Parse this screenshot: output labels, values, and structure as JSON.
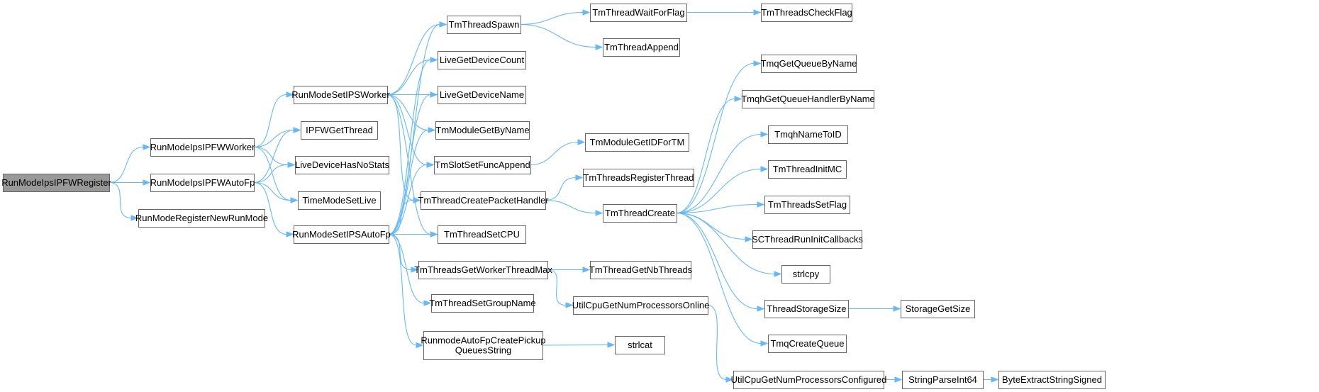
{
  "graph": {
    "root": "RunModeIpsIPFWRegister",
    "colors": {
      "edge": "#63b8ff",
      "node_border": "#666666",
      "root_fill": "#999999",
      "node_fill": "#ffffff"
    },
    "nodes": [
      {
        "id": "RunModeIpsIPFWRegister",
        "lines": [
          "RunModeIpsIPFWRegister"
        ]
      },
      {
        "id": "RunModeIpsIPFWWorker",
        "lines": [
          "RunModeIpsIPFWWorker"
        ]
      },
      {
        "id": "RunModeIpsIPFWAutoFp",
        "lines": [
          "RunModeIpsIPFWAutoFp"
        ]
      },
      {
        "id": "RunModeRegisterNewRunMode",
        "lines": [
          "RunModeRegisterNewRunMode"
        ]
      },
      {
        "id": "RunModeSetIPSWorker",
        "lines": [
          "RunModeSetIPSWorker"
        ]
      },
      {
        "id": "IPFWGetThread",
        "lines": [
          "IPFWGetThread"
        ]
      },
      {
        "id": "LiveDeviceHasNoStats",
        "lines": [
          "LiveDeviceHasNoStats"
        ]
      },
      {
        "id": "TimeModeSetLive",
        "lines": [
          "TimeModeSetLive"
        ]
      },
      {
        "id": "RunModeSetIPSAutoFp",
        "lines": [
          "RunModeSetIPSAutoFp"
        ]
      },
      {
        "id": "TmThreadSpawn",
        "lines": [
          "TmThreadSpawn"
        ]
      },
      {
        "id": "LiveGetDeviceCount",
        "lines": [
          "LiveGetDeviceCount"
        ]
      },
      {
        "id": "LiveGetDeviceName",
        "lines": [
          "LiveGetDeviceName"
        ]
      },
      {
        "id": "TmModuleGetByName",
        "lines": [
          "TmModuleGetByName"
        ]
      },
      {
        "id": "TmSlotSetFuncAppend",
        "lines": [
          "TmSlotSetFuncAppend"
        ]
      },
      {
        "id": "TmThreadCreatePacketHandler",
        "lines": [
          "TmThreadCreatePacketHandler"
        ]
      },
      {
        "id": "TmThreadSetCPU",
        "lines": [
          "TmThreadSetCPU"
        ]
      },
      {
        "id": "TmThreadsGetWorkerThreadMax",
        "lines": [
          "TmThreadsGetWorkerThreadMax"
        ]
      },
      {
        "id": "TmThreadSetGroupName",
        "lines": [
          "TmThreadSetGroupName"
        ]
      },
      {
        "id": "RunmodeAutoFpCreatePickupQueuesString",
        "lines": [
          "RunmodeAutoFpCreatePickup",
          "QueuesString"
        ]
      },
      {
        "id": "TmThreadWaitForFlag",
        "lines": [
          "TmThreadWaitForFlag"
        ]
      },
      {
        "id": "TmThreadAppend",
        "lines": [
          "TmThreadAppend"
        ]
      },
      {
        "id": "TmModuleGetIDForTM",
        "lines": [
          "TmModuleGetIDForTM"
        ]
      },
      {
        "id": "TmThreadsRegisterThread",
        "lines": [
          "TmThreadsRegisterThread"
        ]
      },
      {
        "id": "TmThreadCreate",
        "lines": [
          "TmThreadCreate"
        ]
      },
      {
        "id": "TmThreadGetNbThreads",
        "lines": [
          "TmThreadGetNbThreads"
        ]
      },
      {
        "id": "UtilCpuGetNumProcessorsOnline",
        "lines": [
          "UtilCpuGetNumProcessorsOnline"
        ]
      },
      {
        "id": "strlcat",
        "lines": [
          "strlcat"
        ]
      },
      {
        "id": "UtilCpuGetNumProcessorsConfigured",
        "lines": [
          "UtilCpuGetNumProcessorsConfigured"
        ]
      },
      {
        "id": "TmThreadsCheckFlag",
        "lines": [
          "TmThreadsCheckFlag"
        ]
      },
      {
        "id": "TmqGetQueueByName",
        "lines": [
          "TmqGetQueueByName"
        ]
      },
      {
        "id": "TmqhGetQueueHandlerByName",
        "lines": [
          "TmqhGetQueueHandlerByName"
        ]
      },
      {
        "id": "TmqhNameToID",
        "lines": [
          "TmqhNameToID"
        ]
      },
      {
        "id": "TmThreadInitMC",
        "lines": [
          "TmThreadInitMC"
        ]
      },
      {
        "id": "TmThreadsSetFlag",
        "lines": [
          "TmThreadsSetFlag"
        ]
      },
      {
        "id": "SCThreadRunInitCallbacks",
        "lines": [
          "SCThreadRunInitCallbacks"
        ]
      },
      {
        "id": "strlcpy",
        "lines": [
          "strlcpy"
        ]
      },
      {
        "id": "ThreadStorageSize",
        "lines": [
          "ThreadStorageSize"
        ]
      },
      {
        "id": "TmqCreateQueue",
        "lines": [
          "TmqCreateQueue"
        ]
      },
      {
        "id": "StorageGetSize",
        "lines": [
          "StorageGetSize"
        ]
      },
      {
        "id": "StringParseInt64",
        "lines": [
          "StringParseInt64"
        ]
      },
      {
        "id": "ByteExtractStringSigned",
        "lines": [
          "ByteExtractStringSigned"
        ]
      }
    ],
    "edges": [
      [
        "RunModeIpsIPFWRegister",
        "RunModeIpsIPFWWorker"
      ],
      [
        "RunModeIpsIPFWRegister",
        "RunModeIpsIPFWAutoFp"
      ],
      [
        "RunModeIpsIPFWRegister",
        "RunModeRegisterNewRunMode"
      ],
      [
        "RunModeIpsIPFWWorker",
        "RunModeSetIPSWorker"
      ],
      [
        "RunModeIpsIPFWWorker",
        "IPFWGetThread"
      ],
      [
        "RunModeIpsIPFWWorker",
        "LiveDeviceHasNoStats"
      ],
      [
        "RunModeIpsIPFWWorker",
        "TimeModeSetLive"
      ],
      [
        "RunModeIpsIPFWAutoFp",
        "IPFWGetThread"
      ],
      [
        "RunModeIpsIPFWAutoFp",
        "LiveDeviceHasNoStats"
      ],
      [
        "RunModeIpsIPFWAutoFp",
        "TimeModeSetLive"
      ],
      [
        "RunModeIpsIPFWAutoFp",
        "RunModeSetIPSAutoFp"
      ],
      [
        "RunModeSetIPSWorker",
        "TmThreadSpawn"
      ],
      [
        "RunModeSetIPSWorker",
        "LiveGetDeviceCount"
      ],
      [
        "RunModeSetIPSWorker",
        "LiveGetDeviceName"
      ],
      [
        "RunModeSetIPSWorker",
        "TmModuleGetByName"
      ],
      [
        "RunModeSetIPSWorker",
        "TmSlotSetFuncAppend"
      ],
      [
        "RunModeSetIPSWorker",
        "TmThreadCreatePacketHandler"
      ],
      [
        "RunModeSetIPSWorker",
        "TmThreadSetCPU"
      ],
      [
        "RunModeSetIPSAutoFp",
        "TmThreadSpawn"
      ],
      [
        "RunModeSetIPSAutoFp",
        "LiveGetDeviceCount"
      ],
      [
        "RunModeSetIPSAutoFp",
        "LiveGetDeviceName"
      ],
      [
        "RunModeSetIPSAutoFp",
        "TmModuleGetByName"
      ],
      [
        "RunModeSetIPSAutoFp",
        "TmSlotSetFuncAppend"
      ],
      [
        "RunModeSetIPSAutoFp",
        "TmThreadCreatePacketHandler"
      ],
      [
        "RunModeSetIPSAutoFp",
        "TmThreadSetCPU"
      ],
      [
        "RunModeSetIPSAutoFp",
        "TmThreadsGetWorkerThreadMax"
      ],
      [
        "RunModeSetIPSAutoFp",
        "TmThreadSetGroupName"
      ],
      [
        "RunModeSetIPSAutoFp",
        "RunmodeAutoFpCreatePickupQueuesString"
      ],
      [
        "TmThreadSpawn",
        "TmThreadWaitForFlag"
      ],
      [
        "TmThreadSpawn",
        "TmThreadAppend"
      ],
      [
        "TmThreadWaitForFlag",
        "TmThreadsCheckFlag"
      ],
      [
        "TmSlotSetFuncAppend",
        "TmModuleGetIDForTM"
      ],
      [
        "TmThreadCreatePacketHandler",
        "TmThreadsRegisterThread"
      ],
      [
        "TmThreadCreatePacketHandler",
        "TmThreadCreate"
      ],
      [
        "TmThreadCreate",
        "TmqGetQueueByName"
      ],
      [
        "TmThreadCreate",
        "TmqhGetQueueHandlerByName"
      ],
      [
        "TmThreadCreate",
        "TmqhNameToID"
      ],
      [
        "TmThreadCreate",
        "TmThreadInitMC"
      ],
      [
        "TmThreadCreate",
        "TmThreadsSetFlag"
      ],
      [
        "TmThreadCreate",
        "SCThreadRunInitCallbacks"
      ],
      [
        "TmThreadCreate",
        "strlcpy"
      ],
      [
        "TmThreadCreate",
        "ThreadStorageSize"
      ],
      [
        "TmThreadCreate",
        "TmqCreateQueue"
      ],
      [
        "TmThreadsGetWorkerThreadMax",
        "TmThreadGetNbThreads"
      ],
      [
        "TmThreadsGetWorkerThreadMax",
        "UtilCpuGetNumProcessorsOnline"
      ],
      [
        "UtilCpuGetNumProcessorsOnline",
        "UtilCpuGetNumProcessorsConfigured"
      ],
      [
        "RunmodeAutoFpCreatePickupQueuesString",
        "strlcat"
      ],
      [
        "ThreadStorageSize",
        "StorageGetSize"
      ],
      [
        "UtilCpuGetNumProcessorsConfigured",
        "StringParseInt64"
      ],
      [
        "StringParseInt64",
        "ByteExtractStringSigned"
      ]
    ]
  }
}
